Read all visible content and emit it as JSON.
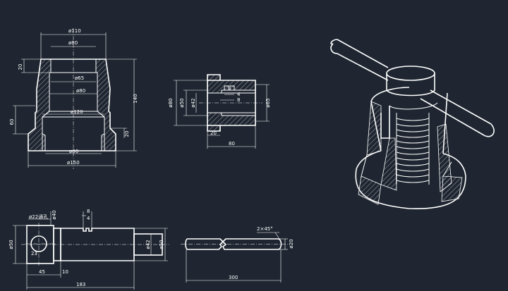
{
  "base": {
    "dim_top_width": "ø110",
    "dim_inner_top": "ø80",
    "dim_bore_65": "ø65",
    "dim_bore_80": "ø80",
    "dim_bore_120": "ø120",
    "dim_bore_86": "ø86",
    "dim_bottom_width": "ø150",
    "dim_top_h": "20",
    "dim_left_h": "60",
    "dim_total_h": "140",
    "dim_flange_h": "20"
  },
  "nut": {
    "dim_d80": "ø80",
    "dim_d50": "ø50",
    "dim_d42": "ø42",
    "dim_d65": "ø65",
    "dim_4": "4",
    "dim_8": "8",
    "dim_20": "20",
    "dim_80": "80"
  },
  "screw": {
    "dim_hole": "ø22通孔",
    "dim_d40": "ø40",
    "dim_8": "8",
    "dim_4": "4",
    "dim_d50_left": "ø50",
    "dim_23": "23",
    "dim_45": "45",
    "dim_10": "10",
    "dim_d42": "ø42",
    "dim_d50_right": "ø50",
    "dim_183": "183"
  },
  "bar": {
    "dim_chamfer": "2×45°",
    "dim_d20": "ø20",
    "dim_300": "300"
  }
}
